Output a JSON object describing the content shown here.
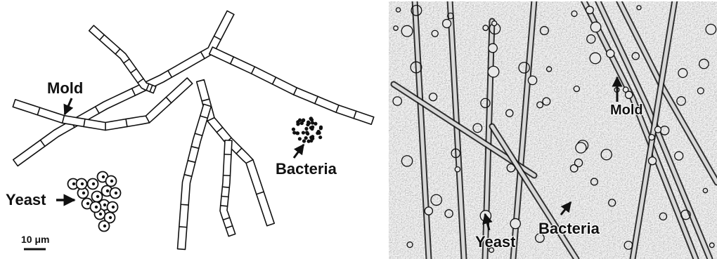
{
  "drawing": {
    "labels": {
      "mold": "Mold",
      "yeast": "Yeast",
      "bacteria": "Bacteria",
      "scale": "10 μm"
    }
  },
  "micrograph": {
    "labels": {
      "mold": "Mold",
      "yeast": "Yeast",
      "bacteria": "Bacteria"
    }
  },
  "colors": {
    "background": "#ffffff",
    "ink": "#111111",
    "photo_base": "#8c8c8c"
  }
}
